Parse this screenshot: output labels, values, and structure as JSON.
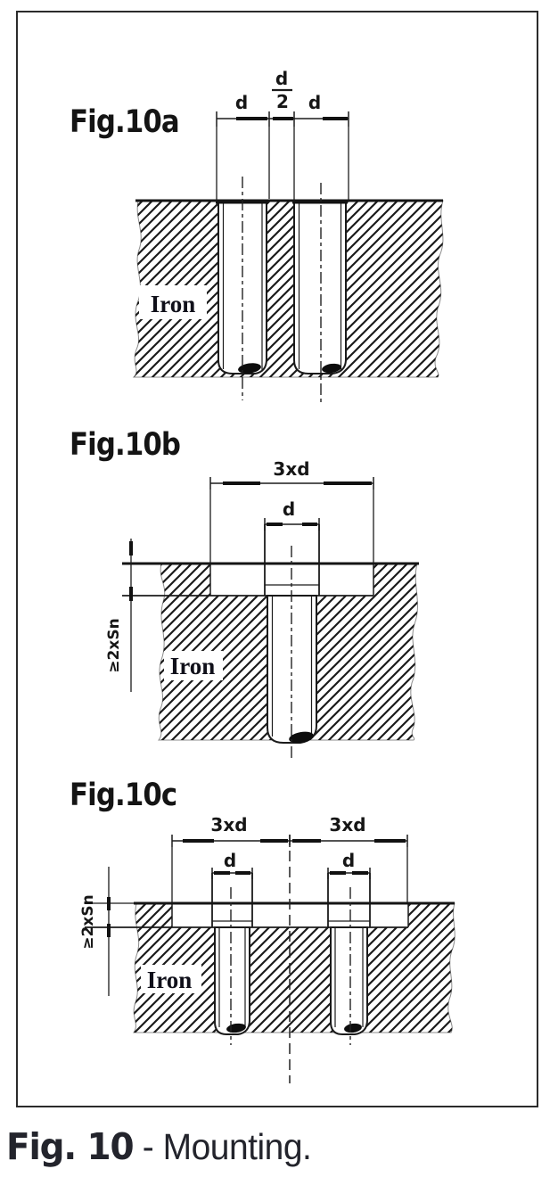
{
  "colors": {
    "ink": "#1b1b1b",
    "caption": "#23242c",
    "paper": "#ffffff"
  },
  "caption": {
    "bold": "Fig. 10",
    "rest": " - Mounting."
  },
  "fig_a": {
    "label": "Fig.10a",
    "material": "Iron",
    "dim_left": "d",
    "frac_top": "d",
    "frac_bottom": "2",
    "dim_right": "d"
  },
  "fig_b": {
    "label": "Fig.10b",
    "material": "Iron",
    "dim_width": "3xd",
    "dim_stud": "d",
    "dim_depth": "≥2xSn"
  },
  "fig_c": {
    "label": "Fig.10c",
    "material": "Iron",
    "dim_width_left": "3xd",
    "dim_width_right": "3xd",
    "dim_stud_left": "d",
    "dim_stud_right": "d",
    "dim_depth": "≥2xSn"
  }
}
